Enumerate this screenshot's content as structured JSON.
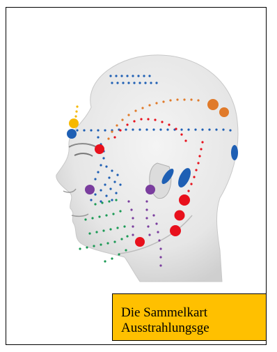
{
  "figure": {
    "subject": "head-profile-pain-referral-map",
    "caption": {
      "line1": "Die Sammelkart",
      "line2": "Ausstrahlungsge"
    },
    "colors": {
      "blue": "#1e5fb4",
      "red": "#e8101c",
      "orange": "#e07a2a",
      "yellow": "#f6b800",
      "green": "#1a9a55",
      "purple": "#7a3d9e",
      "caption_bg": "#ffc000",
      "border": "#000000"
    }
  }
}
